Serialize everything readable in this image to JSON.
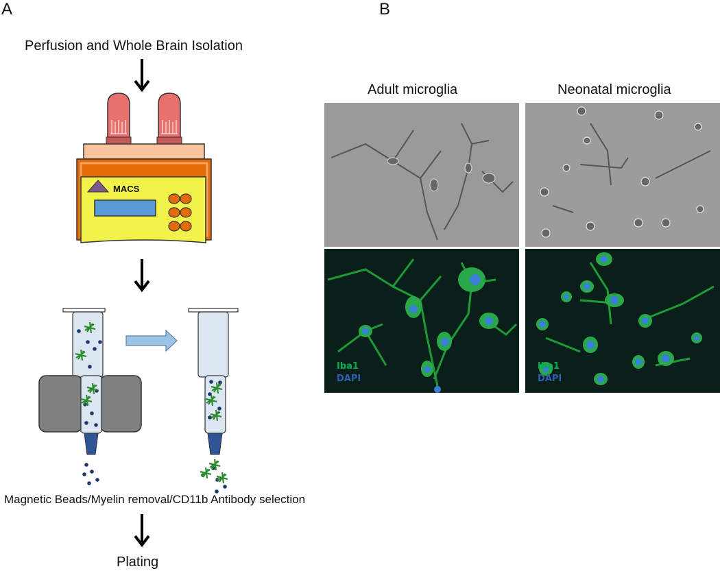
{
  "panels": {
    "a": "A",
    "b": "B"
  },
  "workflow": {
    "step1": "Perfusion and Whole Brain Isolation",
    "device_label": "MACS",
    "step2": "Magnetic Beads/Myelin removal/CD11b Antibody selection",
    "step3": "Plating"
  },
  "images": {
    "adult_title": "Adult microglia",
    "neonatal_title": "Neonatal microglia",
    "stain_iba1": "Iba1",
    "stain_dapi": "DAPI"
  },
  "colors": {
    "tube_red": "#e8716e",
    "platform": "#f9c39d",
    "device_orange": "#e36c09",
    "device_yellow": "#f2f24a",
    "screen_blue": "#5b9bd5",
    "column_fill": "#dce6f2",
    "magnet_gray": "#808080",
    "bead_navy": "#1f3864",
    "cell_green": "#2e8b2e",
    "iba1_green": "#00b050",
    "dapi_blue": "#2e5fb0"
  }
}
